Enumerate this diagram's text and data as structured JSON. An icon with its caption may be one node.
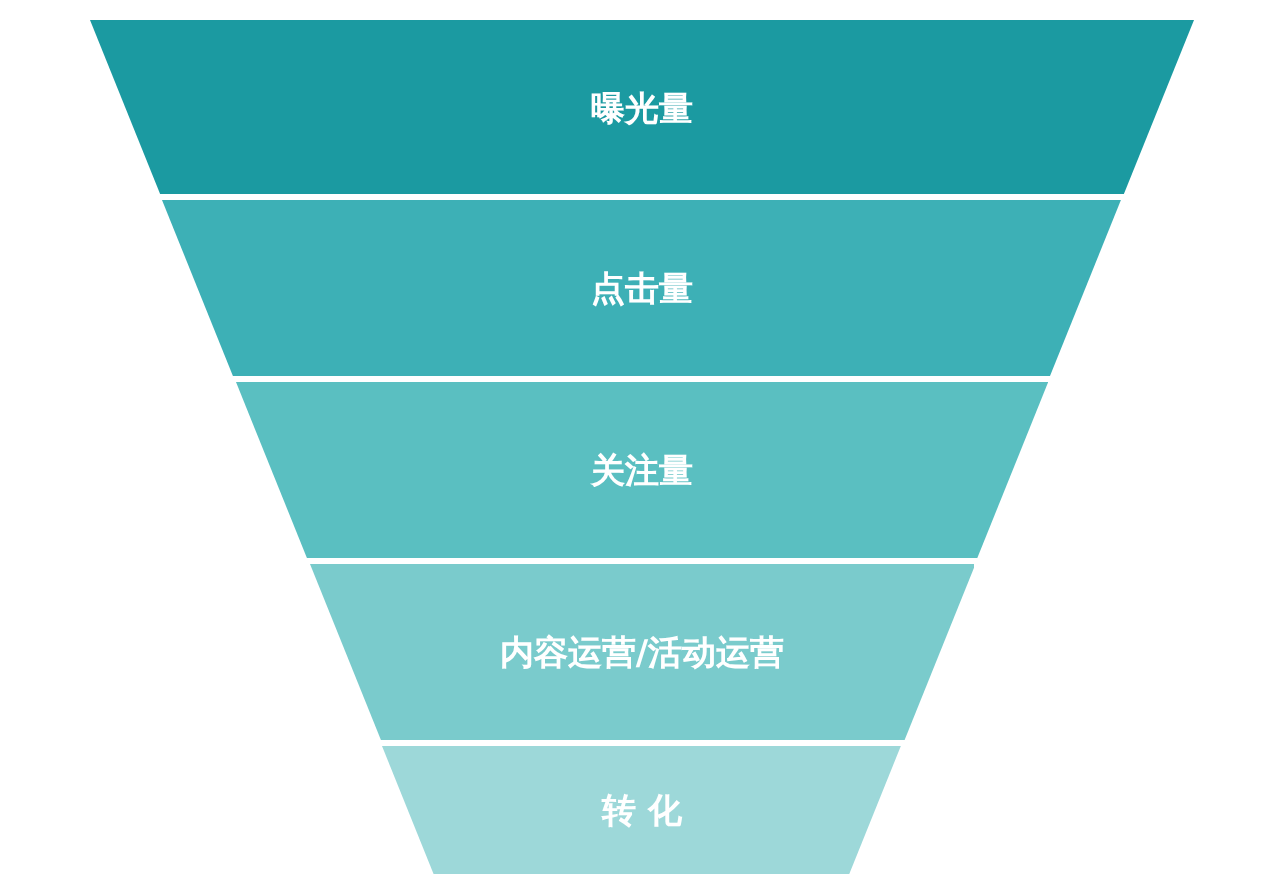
{
  "diagram": {
    "nodes": [
      {
        "text": [
          "曝光量"
        ]
      },
      {
        "text": [
          "点击量"
        ]
      },
      {
        "text": [
          "关注量"
        ]
      },
      {
        "text": [
          "内容运营/活动运营"
        ]
      },
      {
        "text": [
          "转 化"
        ]
      }
    ]
  }
}
